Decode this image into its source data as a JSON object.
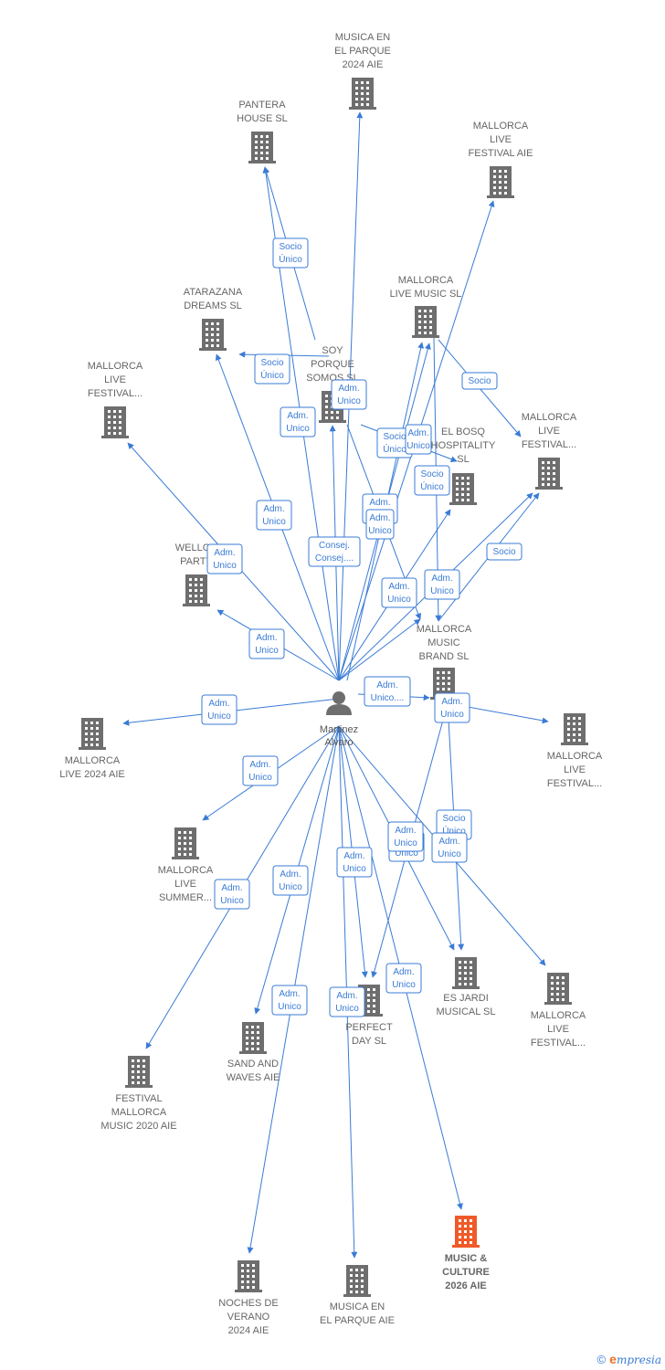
{
  "colors": {
    "edge": "#3a7bd5",
    "building": "#6e6e6e",
    "building_highlight": "#f05a28",
    "person": "#6e6e6e"
  },
  "person": {
    "lines": [
      "Martinez",
      "Alvaro"
    ]
  },
  "companies": [
    {
      "id": "musica_parque_2024_top",
      "lines": [
        "MUSICA EN",
        "EL PARQUE",
        "2024 AIE"
      ]
    },
    {
      "id": "pantera",
      "lines": [
        "PANTERA",
        "HOUSE  SL"
      ]
    },
    {
      "id": "mallorca_live_festival_aie",
      "lines": [
        "MALLORCA",
        "LIVE",
        "FESTIVAL AIE"
      ]
    },
    {
      "id": "atarazana",
      "lines": [
        "ATARAZANA",
        "DREAMS  SL"
      ]
    },
    {
      "id": "soy_porque",
      "lines": [
        "SOY",
        "PORQUE",
        "SOMOS  SL"
      ]
    },
    {
      "id": "mallorca_live_music",
      "lines": [
        "MALLORCA",
        "LIVE MUSIC  SL"
      ]
    },
    {
      "id": "mallorca_live_festival_left",
      "lines": [
        "MALLORCA",
        "LIVE",
        "FESTIVAL..."
      ]
    },
    {
      "id": "el_bosq",
      "lines": [
        "EL BOSQ",
        "HOSPITALITY",
        "SL"
      ]
    },
    {
      "id": "mallorca_live_festival_right",
      "lines": [
        "MALLORCA",
        "LIVE",
        "FESTIVAL..."
      ]
    },
    {
      "id": "wellco",
      "lines": [
        "WELLCO",
        "PARTY"
      ]
    },
    {
      "id": "mallorca_music_brand",
      "lines": [
        "MALLORCA",
        "MUSIC",
        "BRAND  SL"
      ]
    },
    {
      "id": "mallorca_live_2024",
      "lines": [
        "MALLORCA",
        "LIVE 2024 AIE"
      ]
    },
    {
      "id": "mallorca_live_festival_right2",
      "lines": [
        "MALLORCA",
        "LIVE",
        "FESTIVAL..."
      ]
    },
    {
      "id": "mallorca_live_summer",
      "lines": [
        "MALLORCA",
        "LIVE",
        "SUMMER..."
      ]
    },
    {
      "id": "es_jardi",
      "lines": [
        "ES JARDI",
        "MUSICAL  SL"
      ]
    },
    {
      "id": "mallorca_live_festival_br",
      "lines": [
        "MALLORCA",
        "LIVE",
        "FESTIVAL..."
      ]
    },
    {
      "id": "perfect_day",
      "lines": [
        "PERFECT",
        "DAY  SL"
      ]
    },
    {
      "id": "sand_waves",
      "lines": [
        "SAND AND",
        "WAVES AIE"
      ]
    },
    {
      "id": "festival_mallorca_2020",
      "lines": [
        "FESTIVAL",
        "MALLORCA",
        "MUSIC 2020 AIE"
      ]
    },
    {
      "id": "music_culture_2026",
      "lines": [
        "MUSIC &",
        "CULTURE",
        "2026 AIE"
      ],
      "highlight": true
    },
    {
      "id": "noches_verano",
      "lines": [
        "NOCHES DE",
        "VERANO",
        "2024 AIE"
      ]
    },
    {
      "id": "musica_parque_2024_bottom",
      "lines": [
        "MUSICA EN",
        "EL PARQUE AIE"
      ]
    }
  ],
  "edge_labels": [
    {
      "lines": [
        "Socio",
        "Único"
      ]
    },
    {
      "lines": [
        "Socio",
        "Único"
      ]
    },
    {
      "lines": [
        "Adm.",
        "Unico"
      ]
    },
    {
      "lines": [
        "Adm.",
        "Unico"
      ]
    },
    {
      "lines": [
        "Socio"
      ]
    },
    {
      "lines": [
        "Socio",
        "Único"
      ]
    },
    {
      "lines": [
        "Adm.",
        "Unico"
      ]
    },
    {
      "lines": [
        "Socio",
        "Único"
      ]
    },
    {
      "lines": [
        "Adm.",
        "Unico"
      ]
    },
    {
      "lines": [
        "Adm.",
        "Unico"
      ]
    },
    {
      "lines": [
        "Adm.",
        "Unico"
      ]
    },
    {
      "lines": [
        "Consej.",
        "Consej...."
      ]
    },
    {
      "lines": [
        "Adm.",
        "Unico"
      ]
    },
    {
      "lines": [
        "Adm.",
        "Unico"
      ]
    },
    {
      "lines": [
        "Socio"
      ]
    },
    {
      "lines": [
        "Adm.",
        "Unico"
      ]
    },
    {
      "lines": [
        "Adm.",
        "Unico...."
      ]
    },
    {
      "lines": [
        "Adm.",
        "Unico"
      ]
    },
    {
      "lines": [
        "Adm.",
        "Unico"
      ]
    },
    {
      "lines": [
        "Adm.",
        "Unico"
      ]
    },
    {
      "lines": [
        "Socio",
        "Único"
      ]
    },
    {
      "lines": [
        "Adm.",
        "Unico"
      ]
    },
    {
      "lines": [
        "Adm.",
        "Unico"
      ]
    },
    {
      "lines": [
        "Adm.",
        "Unico"
      ]
    },
    {
      "lines": [
        "Adm.",
        "Unico"
      ]
    },
    {
      "lines": [
        "Adm.",
        "Unico"
      ]
    },
    {
      "lines": [
        "Adm.",
        "Unico"
      ]
    },
    {
      "lines": [
        "Adm.",
        "Unico"
      ]
    },
    {
      "lines": [
        "Adm.",
        "Unico"
      ]
    },
    {
      "lines": [
        "Adm.",
        "Unico"
      ]
    },
    {
      "lines": [
        "Adm.",
        "Unico"
      ]
    }
  ],
  "footer": {
    "copyright": "©",
    "brand_initial": "e",
    "brand_rest": "mpresia"
  }
}
